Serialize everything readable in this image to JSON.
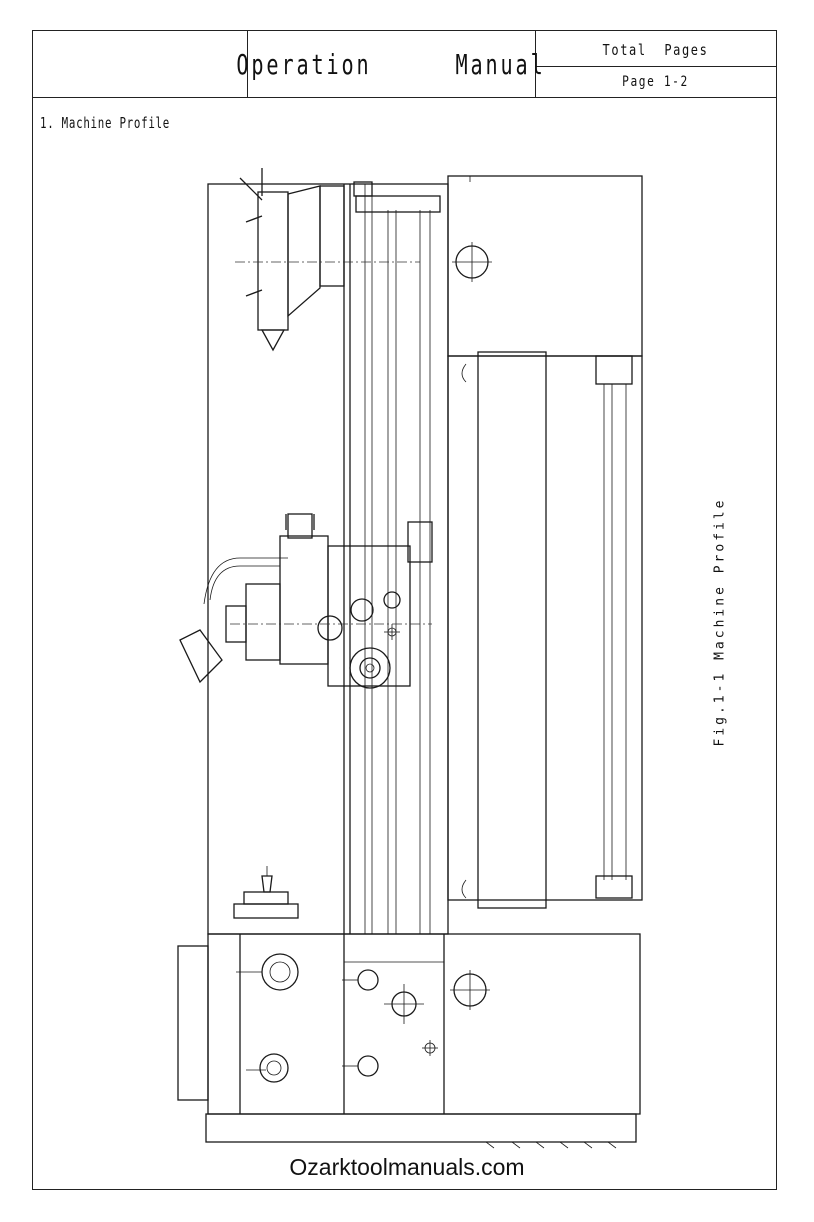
{
  "header": {
    "title": "Operation   Manual",
    "total_pages_label": "Total  Pages",
    "page_label": "Page 1-2"
  },
  "section": {
    "heading": "1. Machine Profile"
  },
  "figure": {
    "caption": "Fig.1-1 Machine Profile"
  },
  "footer": {
    "watermark": "Ozarktoolmanuals.com"
  }
}
